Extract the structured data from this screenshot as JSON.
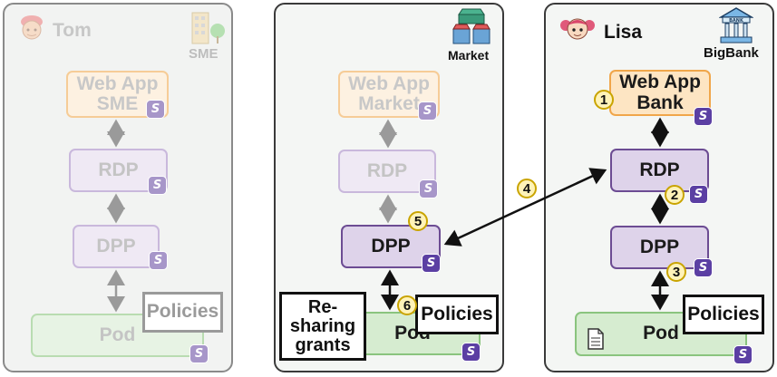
{
  "tom": {
    "name": "Tom",
    "org": "SME",
    "app_line1": "Web App",
    "app_line2": "SME",
    "rdp": "RDP",
    "dpp": "DPP",
    "pod": "Pod",
    "policies": "Policies"
  },
  "market": {
    "org": "Market",
    "app_line1": "Web App",
    "app_line2": "Market",
    "rdp": "RDP",
    "dpp": "DPP",
    "pod": "Pod",
    "policies": "Policies",
    "resharing_line1": "Re-",
    "resharing_line2": "sharing",
    "resharing_line3": "grants"
  },
  "lisa": {
    "name": "Lisa",
    "org": "BigBank",
    "app_line1": "Web App",
    "app_line2": "Bank",
    "rdp": "RDP",
    "dpp": "DPP",
    "pod": "Pod",
    "policies": "Policies"
  },
  "badges": {
    "solid_letter": "S"
  },
  "steps": [
    "1",
    "2",
    "3",
    "4",
    "5",
    "6"
  ],
  "colors": {
    "app_fill": "#fde5c3",
    "app_border": "#f0a64a",
    "proxy_fill": "#ded3ea",
    "proxy_border": "#6c4c93",
    "pod_fill": "#d6ecd0",
    "pod_border": "#8ac47e",
    "step_fill": "#fff3b8",
    "step_border": "#c9a400",
    "badge": "#5b3fa3"
  }
}
